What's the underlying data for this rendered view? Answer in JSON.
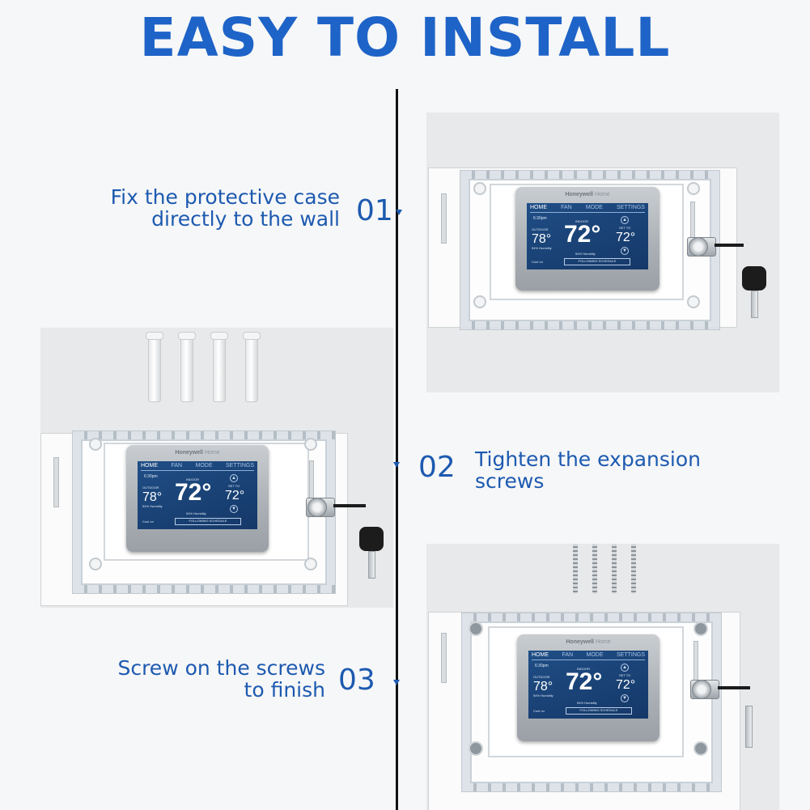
{
  "header": {
    "title": "EASY TO INSTALL"
  },
  "steps": [
    {
      "number": "01",
      "line1": "Fix the protective case",
      "line2": "directly to the wall"
    },
    {
      "number": "02",
      "line1": "Tighten the expansion",
      "line2": "screws"
    },
    {
      "number": "03",
      "line1": "Screw on the screws",
      "line2": "to finish"
    }
  ],
  "thermostat": {
    "brand": "Honeywell",
    "brand_suffix": "Home",
    "nav": [
      "HOME",
      "FAN",
      "MODE",
      "SETTINGS"
    ],
    "time": "6:30pm",
    "outdoor_label": "OUTDOOR",
    "outdoor_temp": "78°",
    "indoor_label": "INDOOR",
    "indoor_temp": "72°",
    "setto_label": "SET TO",
    "set_temp": "72°",
    "humidity": "54% Humidity",
    "mode_status": "Cool on",
    "schedule": "FOLLOWING SCHEDULE"
  },
  "colors": {
    "title": "#1e63c7",
    "step_text": "#1d5ab0",
    "divider": "#111111",
    "screen": "#1a4377"
  },
  "icons": [
    "wall-anchor-icon",
    "wood-screw-icon",
    "lock-cylinder-icon",
    "key-icon"
  ]
}
